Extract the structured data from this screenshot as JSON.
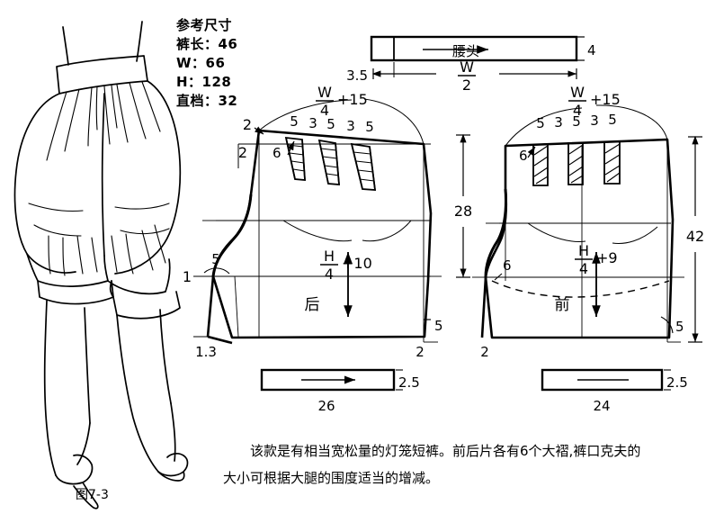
{
  "figure": {
    "label": "图7-3",
    "caption_line1": "该款是有相当宽松量的灯笼短裤。前后片各有6个大褶,裤口克夫的",
    "caption_line2": "大小可根据大腿的围度适当的增减。"
  },
  "specs": {
    "title": "参考尺寸",
    "items": [
      {
        "label": "裤长",
        "value": "46",
        "text": "裤长：46"
      },
      {
        "label": "W",
        "value": "66",
        "text": "W：66"
      },
      {
        "label": "H",
        "value": "128",
        "text": "H：128"
      },
      {
        "label": "直档",
        "value": "32",
        "text": "直档：32"
      }
    ]
  },
  "waistband": {
    "name": "腰头",
    "height": "4",
    "extension": "3.5",
    "width_num": "W",
    "width_den": "2"
  },
  "back_piece": {
    "name": "后",
    "waist_num": "W",
    "waist_den": "4",
    "waist_add": "+15",
    "hip_num": "H",
    "hip_den": "4",
    "hip_add": "+10",
    "pleats": [
      "5",
      "3",
      "5",
      "3",
      "5"
    ],
    "pleat_depth": "6",
    "waist_rise": "2",
    "side_drop": "2",
    "crotch_ext": "5",
    "crotch_point": "1",
    "hem_in": "1.3",
    "hem_out": "2",
    "hem_rise": "5"
  },
  "front_piece": {
    "name": "前",
    "waist_num": "W",
    "waist_den": "4",
    "waist_add": "+15",
    "hip_num": "H",
    "hip_den": "4",
    "hip_add": "+9",
    "pleats": [
      "5",
      "3",
      "5",
      "3",
      "5"
    ],
    "pleat_depth": "6",
    "crotch_ext": "6",
    "hem_out": "2",
    "hem_rise": "5"
  },
  "dimensions": {
    "rise": "28",
    "total_length": "42"
  },
  "back_cuff": {
    "width": "26",
    "height": "2.5"
  },
  "front_cuff": {
    "width": "24",
    "height": "2.5"
  }
}
